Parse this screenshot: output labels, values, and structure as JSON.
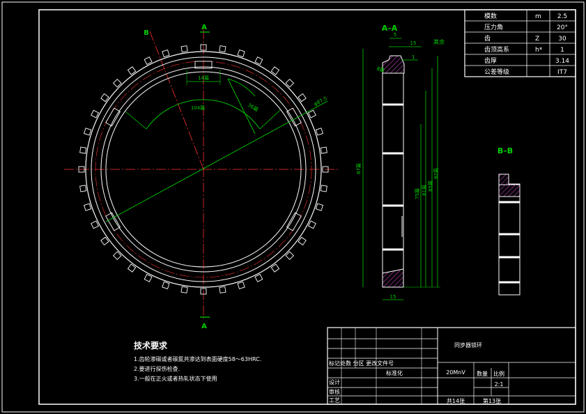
{
  "section_labels": {
    "a_top": "A",
    "a_bottom": "A",
    "b_top": "B",
    "view_aa": "A–A",
    "view_bb": "B–B"
  },
  "dimensions": {
    "front_tooth_width": "14篇",
    "front_arc_104": "104篇",
    "front_arc_36": "36篇",
    "front_phi": "φ87.5",
    "side_top_5": "5",
    "side_top_15": "15",
    "side_top_1": "1",
    "side_bottom_15": "15",
    "side_d1": "87篇",
    "side_d2": "75篇",
    "side_d3": "81篇",
    "side_d4": "85篇",
    "side_d5": "82篇",
    "side_chamfer": "8篇",
    "surface_note": "其余"
  },
  "param_table": [
    {
      "name": "模数",
      "symbol": "m",
      "value": "2.5"
    },
    {
      "name": "压力角",
      "symbol": "",
      "value": "20°"
    },
    {
      "name": "齿",
      "symbol": "Z",
      "value": "30"
    },
    {
      "name": "齿顶高系",
      "symbol": "h*",
      "value": "1"
    },
    {
      "name": "齿厚",
      "symbol": "",
      "value": "3.14"
    },
    {
      "name": "公差等级",
      "symbol": "",
      "value": "IT7"
    }
  ],
  "tech_requirements": {
    "title": "技术要求",
    "items": [
      "1.齿轮渗碳或者碳氮共渗达到表面硬度58～63HRC.",
      "2.要进行探伤检查.",
      "3.一般在正火或者热轧状态下使用"
    ]
  },
  "title_block": {
    "part_name": "同步器锁环",
    "material": "20MnV",
    "labels": {
      "revision_row": "标记处数 分区 更改文件号",
      "standardization": "标准化",
      "design": "设计",
      "review": "审核",
      "process": "工艺",
      "quantity": "数量",
      "scale": "比例",
      "scale_value": "2:1",
      "total_sheets": "共14张",
      "sheet_no": "第13张"
    }
  }
}
